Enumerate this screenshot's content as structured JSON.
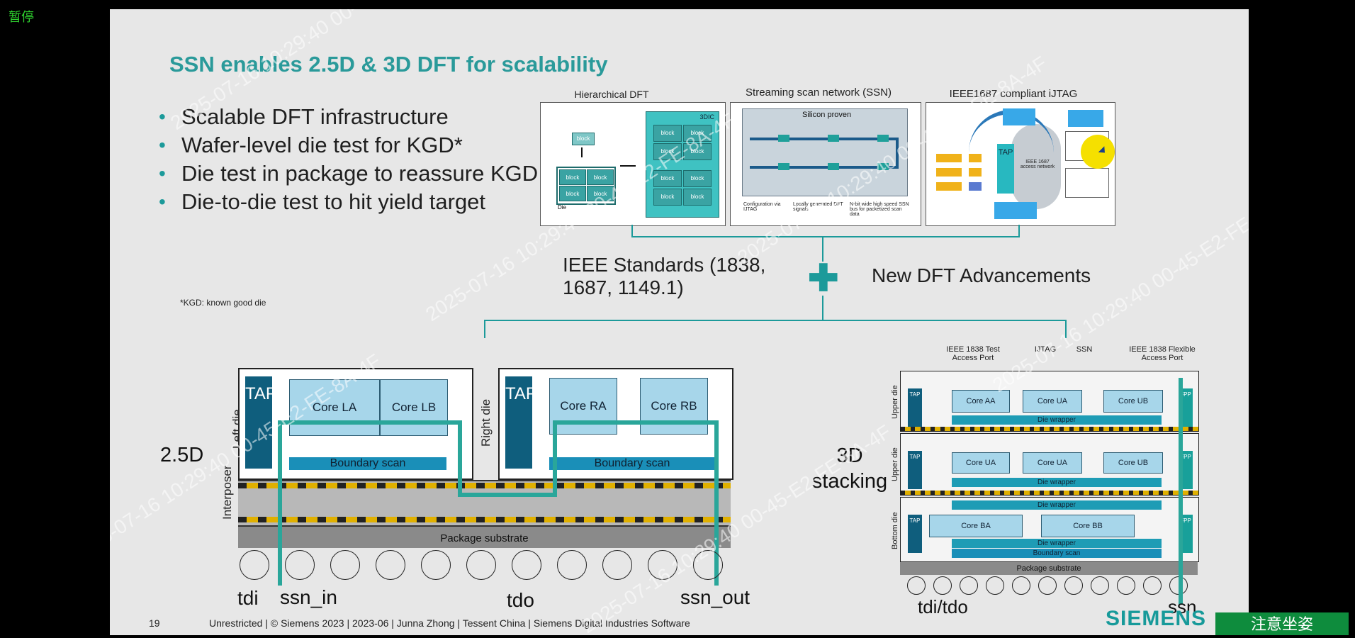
{
  "overlay": {
    "pause_label": "暂停",
    "notice_label": "注意坐姿"
  },
  "slide": {
    "title": "SSN enables 2.5D & 3D DFT for scalability",
    "bullets": [
      "Scalable DFT infrastructure",
      "Wafer-level die test for KGD*",
      "Die test in package to reassure KGD",
      "Die-to-die test to hit yield target"
    ],
    "footnote": "*KGD: known good die",
    "panels": {
      "hier": {
        "caption": "Hierarchical DFT",
        "die": "Die",
        "tag": "3DIC",
        "block": "block"
      },
      "ssn": {
        "caption": "Streaming scan network (SSN)",
        "silicon": "Silicon proven",
        "notes": [
          "Configuration via IJTAG",
          "Locally generated DFT signals",
          "N-bit wide high speed SSN bus for packetized scan data"
        ]
      },
      "ijtag": {
        "caption": "IEEE1687 compliant iJTAG",
        "tap": "TAP",
        "network": "IEEE 1687 access network"
      }
    },
    "ieee_standards": "IEEE Standards (1838, 1687, 1149.1)",
    "new_dft": "New DFT Advancements",
    "d25": {
      "label": "2.5D",
      "left_die": "Left die",
      "right_die": "Right die",
      "interposer": "Interposer",
      "tap": "TAP",
      "cores": [
        "Core LA",
        "Core LB",
        "Core RA",
        "Core RB"
      ],
      "boundary_scan": "Boundary scan",
      "package_substrate": "Package substrate",
      "pins": {
        "tdi": "tdi",
        "ssn_in": "ssn_in",
        "tdo": "tdo",
        "ssn_out": "ssn_out"
      }
    },
    "d3": {
      "label": "3D stacking",
      "top_labels": [
        "IEEE 1838 Test Access Port",
        "IJTAG",
        "SSN",
        "IEEE 1838 Flexible Access Port"
      ],
      "dies": [
        "Upper die",
        "Upper die",
        "Bottom die"
      ],
      "tap": "TAP",
      "fpp": "FPP",
      "cores_top": [
        "Core AA",
        "Core UA",
        "Core UB"
      ],
      "cores_mid": [
        "Core UA",
        "Core UA",
        "Core UB"
      ],
      "cores_bot": [
        "Core BA",
        "Core BB"
      ],
      "die_wrapper": "Die wrapper",
      "boundary_scan": "Boundary scan",
      "package_substrate": "Package substrate",
      "pins": {
        "tditdo": "tdi/tdo",
        "ssn": "ssn"
      }
    },
    "footer": {
      "page": "19",
      "text": "Unrestricted | © Siemens 2023 | 2023-06 | Junna Zhong | Tessent China | Siemens Digital Industries Software",
      "logo": "SIEMENS"
    },
    "watermark": [
      "2025-07-16 10:29:40 00-45-E2-FE-8A-4F"
    ]
  },
  "colors": {
    "accent": "#1c9a9a",
    "tap": "#0f5e7d",
    "core": "#a7d6ea",
    "bscan": "#1a8fb8",
    "pad": "#e0b000"
  }
}
